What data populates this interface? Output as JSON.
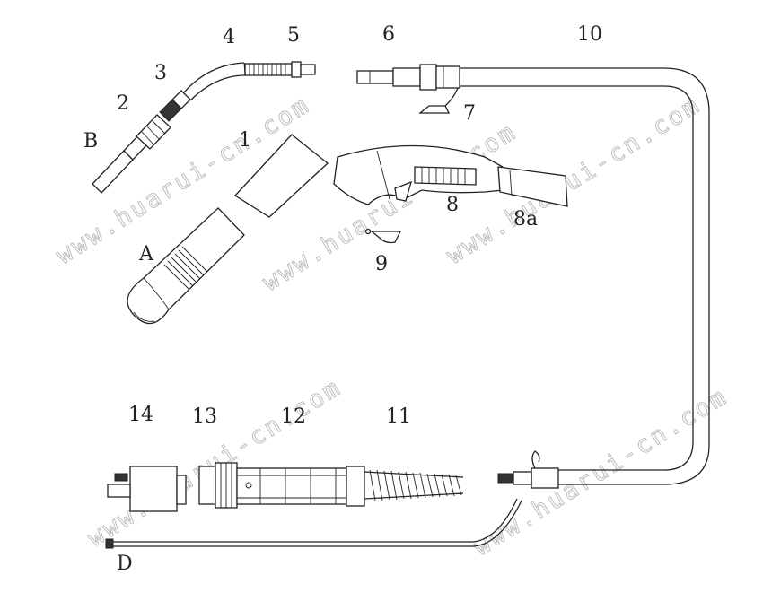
{
  "labels": {
    "n1": "1",
    "n2": "2",
    "n3": "3",
    "n4": "4",
    "n5": "5",
    "n6": "6",
    "n7": "7",
    "n8": "8",
    "n8a": "8a",
    "n9": "9",
    "n10": "10",
    "n11": "11",
    "n12": "12",
    "n13": "13",
    "n14": "14",
    "A": "A",
    "B": "B",
    "D": "D"
  },
  "watermark": "www.huarui-cn.com"
}
